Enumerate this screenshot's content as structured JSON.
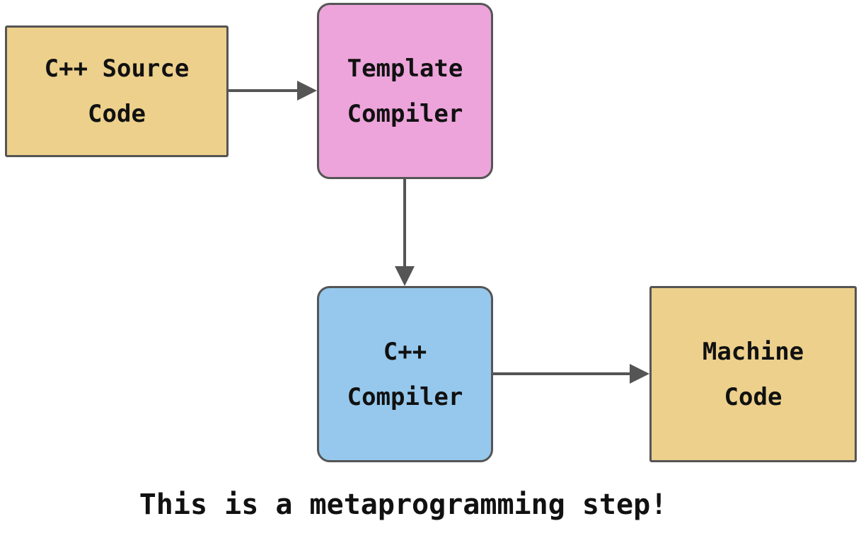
{
  "nodes": {
    "source": {
      "line1": "C++ Source",
      "line2": "Code",
      "fill": "#ecd08c"
    },
    "template": {
      "line1": "Template",
      "line2": "Compiler",
      "fill": "#eca4da"
    },
    "cpp": {
      "line1": "C++",
      "line2": "Compiler",
      "fill": "#95c8ec"
    },
    "machine": {
      "line1": "Machine",
      "line2": "Code",
      "fill": "#ecd08c"
    }
  },
  "edges": [
    {
      "from": "source",
      "to": "template"
    },
    {
      "from": "template",
      "to": "cpp"
    },
    {
      "from": "cpp",
      "to": "machine"
    }
  ],
  "caption": "This is a metaprogramming step!",
  "colors": {
    "border": "#555555",
    "arrow": "#555555",
    "text": "#111111"
  }
}
